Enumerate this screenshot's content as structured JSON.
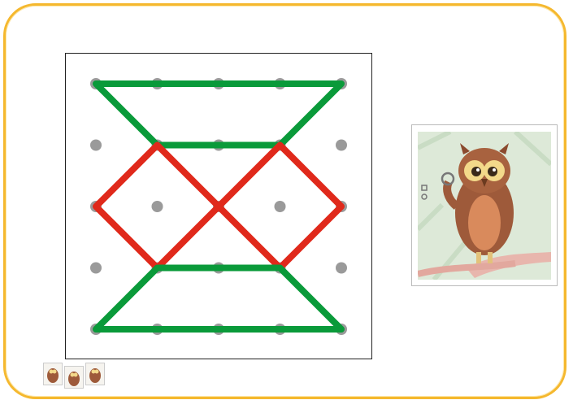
{
  "board": {
    "grid": {
      "cols": 5,
      "rows": 5
    },
    "peg_color": "#9a9a9a",
    "shapes": [
      {
        "name": "top-trapezoid",
        "color": "#0a9a3a",
        "points": [
          [
            0,
            0
          ],
          [
            4,
            0
          ],
          [
            3,
            1
          ],
          [
            1,
            1
          ]
        ]
      },
      {
        "name": "left-diamond",
        "color": "#e0291b",
        "points": [
          [
            1,
            1
          ],
          [
            2,
            2
          ],
          [
            1,
            3
          ],
          [
            0,
            2
          ]
        ]
      },
      {
        "name": "right-diamond",
        "color": "#e0291b",
        "points": [
          [
            3,
            1
          ],
          [
            4,
            2
          ],
          [
            3,
            3
          ],
          [
            2,
            2
          ]
        ]
      },
      {
        "name": "bottom-trapezoid",
        "color": "#0a9a3a",
        "points": [
          [
            1,
            3
          ],
          [
            3,
            3
          ],
          [
            4,
            4
          ],
          [
            0,
            4
          ]
        ]
      }
    ]
  },
  "colors": {
    "frame": "#f5b82e",
    "green": "#0a9a3a",
    "red": "#e0291b"
  },
  "owl_card": {
    "icon": "owl-illustration"
  },
  "thumbnails": [
    "owl-thumbnail",
    "owl-thumbnail",
    "owl-thumbnail"
  ]
}
